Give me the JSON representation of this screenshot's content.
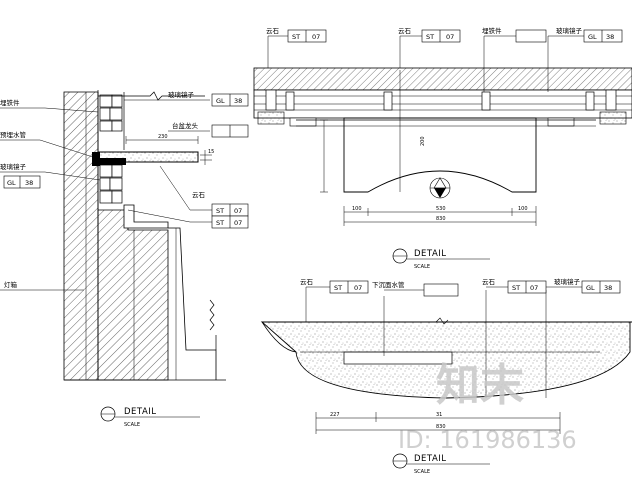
{
  "left_detail": {
    "callouts": {
      "fixing_hardware": "埋铁件",
      "embedded_pipe": "预埋水管",
      "mirror_glass": "玻璃镜子",
      "light_box": "灯箱"
    },
    "tags": {
      "glass_tag": {
        "left": "GL",
        "right": "38",
        "label": "玻璃镜子"
      },
      "sink_tag": {
        "left": "",
        "right": "",
        "label": "台盆龙头"
      },
      "mirror_tag": {
        "left": "GL",
        "right": "38",
        "label": ""
      },
      "marble_tag1": {
        "left": "ST",
        "right": "07",
        "label": "云石"
      },
      "marble_tag2": {
        "left": "ST",
        "right": "07",
        "label": ""
      }
    },
    "dims": {
      "d1": "230",
      "d2": "15"
    },
    "title": "DETAIL",
    "subtitle": "SCALE"
  },
  "top_right_detail": {
    "tags": {
      "t1": {
        "left": "ST",
        "right": "07",
        "label": "云石"
      },
      "t2": {
        "left": "ST",
        "right": "07",
        "label": "云石"
      },
      "t3": {
        "left": "GL",
        "right": "38",
        "label": "玻璃镜子"
      },
      "t3b": {
        "label": "埋铁件"
      }
    },
    "dims": {
      "height": "200",
      "w_left": "100",
      "w_right": "100",
      "w_mid": "530",
      "w_total": "830"
    },
    "title": "DETAIL",
    "subtitle": "SCALE"
  },
  "bottom_right_detail": {
    "tags": {
      "t1": {
        "left": "ST",
        "right": "07",
        "label": "云石"
      },
      "t2": {
        "left": "",
        "right": "",
        "label": "下沉面水管"
      },
      "t3": {
        "left": "ST",
        "right": "07",
        "label": "云石"
      },
      "t4": {
        "left": "GL",
        "right": "38",
        "label": "玻璃镜子"
      }
    },
    "dims": {
      "d1": "227",
      "d2": "31",
      "total": "830"
    },
    "title": "DETAIL",
    "subtitle": "SCALE"
  },
  "watermark": {
    "logo": "知末",
    "id": "ID: 161986136"
  }
}
